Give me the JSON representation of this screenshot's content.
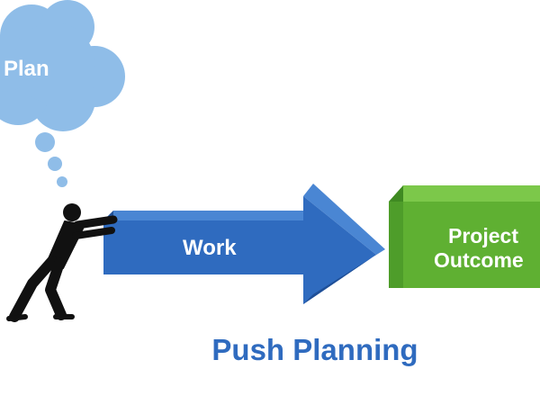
{
  "diagram": {
    "cloud_label": "Plan",
    "arrow_label": "Work",
    "box_label_line1": "Project",
    "box_label_line2": "Outcome",
    "caption": "Push Planning"
  },
  "colors": {
    "cloud_fill": "#8fbde8",
    "cloud_shade": "#6fa3d6",
    "arrow_front": "#2f6bbf",
    "arrow_top": "#4a86d3",
    "arrow_side": "#1f4f97",
    "box_front": "#5fb032",
    "box_top": "#7cc84a",
    "box_side": "#3f8a22",
    "figure": "#111111",
    "caption": "#2f6bbf",
    "label_light": "#ffffff"
  },
  "icons": {
    "figure": "person-pushing-icon",
    "thought": "thought-cloud-icon"
  }
}
